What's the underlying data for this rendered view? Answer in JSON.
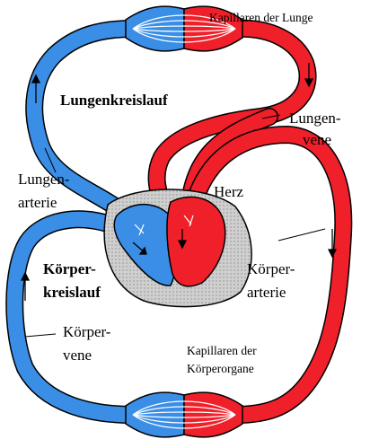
{
  "labels": {
    "kapillaren_lunge": "Kapillaren der Lunge",
    "lungenkreislauf": "Lungenkreislauf",
    "lungenvene_1": "Lungen-",
    "lungenvene_2": "vene",
    "herz": "Herz",
    "lungenarterie_1": "Lungen-",
    "lungenarterie_2": "arterie",
    "koerperkreislauf_1": "Körper-",
    "koerperkreislauf_2": "kreislauf",
    "koerperarterie_1": "Körper-",
    "koerperarterie_2": "arterie",
    "koerpervene_1": "Körper-",
    "koerpervene_2": "vene",
    "kapillaren_koerper_1": "Kapillaren der",
    "kapillaren_koerper_2": "Körperorgane"
  },
  "colors": {
    "venous_blue": "#3a8ee6",
    "arterial_red": "#f0202a",
    "pericardium_gray": "#c8c8c8",
    "outline": "#000000"
  }
}
